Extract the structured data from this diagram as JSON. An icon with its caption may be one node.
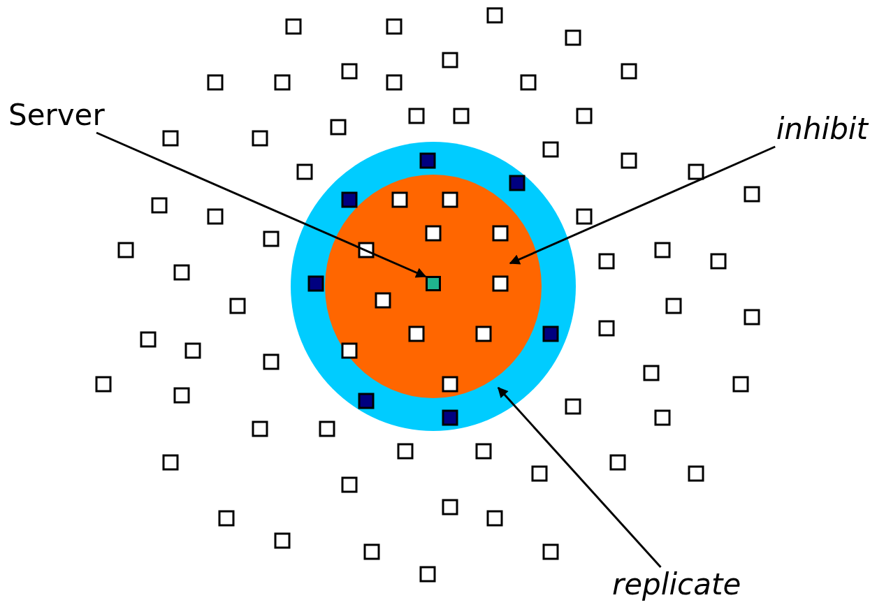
{
  "diagram": {
    "nodes": [
      {
        "text": [
          "Server"
        ]
      },
      {
        "text": [
          "inhibit"
        ]
      },
      {
        "text": [],
        "shape": "circle"
      },
      {
        "text": [],
        "shape": "circle",
        "in": 2
      },
      {
        "text": [],
        "shape": "box",
        "in": 3
      },
      {
        "text": [
          "replicate"
        ]
      }
    ],
    "edges": [
      {
        "from": 0,
        "to": 4,
        "arrow": "to"
      },
      {
        "from": 1,
        "to": 3,
        "arrow": "to"
      },
      {
        "from": 5,
        "to": 2,
        "arrow": "to"
      }
    ]
  }
}
